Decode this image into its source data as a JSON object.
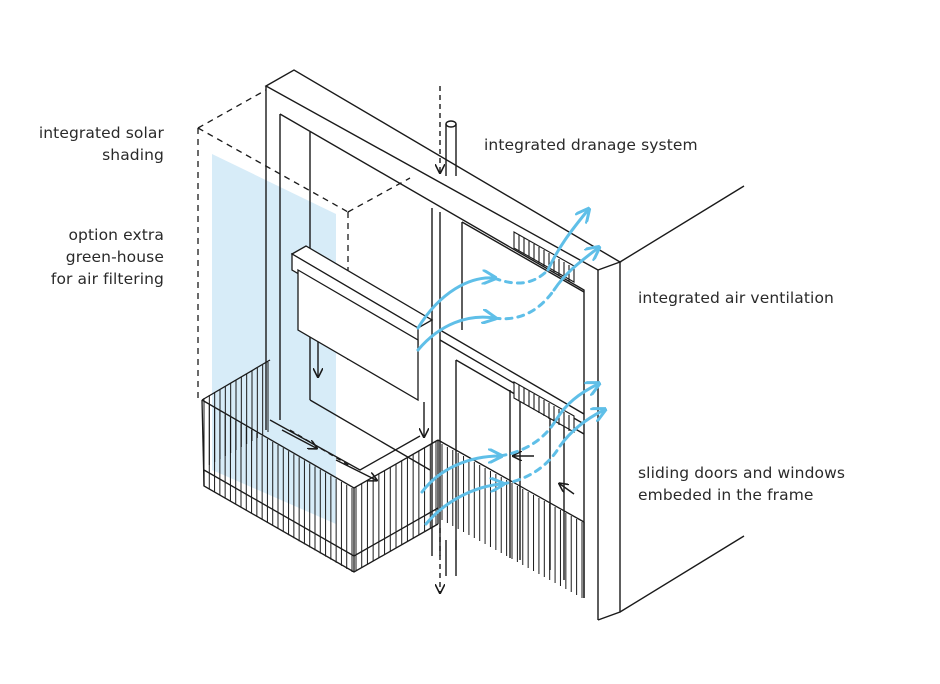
{
  "labels": {
    "solar_shading": [
      "integrated solar",
      "shading"
    ],
    "greenhouse": [
      "option extra",
      "green-house",
      "for air filtering"
    ],
    "drainage": "integrated dranage system",
    "air_ventilation": "integrated air ventilation",
    "sliding": [
      "sliding doors and windows",
      "embeded in the frame"
    ]
  },
  "colors": {
    "line": "#1a1a1a",
    "accent": "#5fbfe8",
    "shading_fill": "#d5ebf8"
  }
}
